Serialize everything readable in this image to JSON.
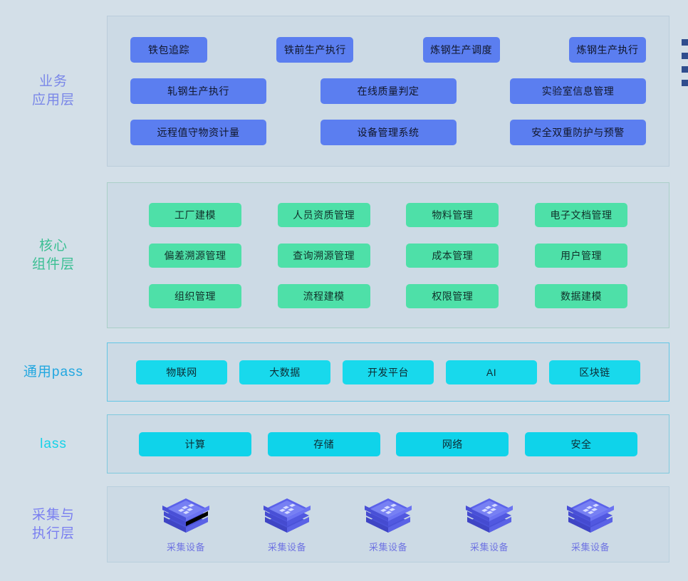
{
  "layers": [
    {
      "id": "business",
      "label": "业务\n应用层",
      "accent": "#7a87e8",
      "chip_color": "#5b7ef0",
      "rows": [
        [
          "铁包追踪",
          "铁前生产执行",
          "炼钢生产调度",
          "炼钢生产执行"
        ],
        [
          "轧钢生产执行",
          "在线质量判定",
          "实验室信息管理"
        ],
        [
          "远程值守物资计量",
          "设备管理系统",
          "安全双重防护与预警"
        ]
      ]
    },
    {
      "id": "core",
      "label": "核心\n组件层",
      "accent": "#3bbf93",
      "chip_color": "#4ee0a8",
      "rows": [
        [
          "工厂建模",
          "人员资质管理",
          "物料管理",
          "电子文档管理"
        ],
        [
          "偏差溯源管理",
          "查询溯源管理",
          "成本管理",
          "用户管理"
        ],
        [
          "组织管理",
          "流程建模",
          "权限管理",
          "数据建模"
        ]
      ]
    },
    {
      "id": "paas",
      "label": "通用pass",
      "accent": "#22a7e0",
      "chip_color": "#18d9ec",
      "rows": [
        [
          "物联网",
          "大数据",
          "开发平台",
          "AI",
          "区块链"
        ]
      ]
    },
    {
      "id": "iaas",
      "label": "lass",
      "accent": "#16d2e8",
      "chip_color": "#0fd3ea",
      "rows": [
        [
          "计算",
          "存储",
          "网络",
          "安全"
        ]
      ]
    },
    {
      "id": "device",
      "label": "采集与\n执行层",
      "accent": "#7a7ff0",
      "chip_color": "#5a5fe0",
      "devices": [
        {
          "icon": "device-cube-icon",
          "label": "采集设备"
        },
        {
          "icon": "device-cube-icon",
          "label": "采集设备"
        },
        {
          "icon": "device-cube-icon",
          "label": "采集设备"
        },
        {
          "icon": "device-cube-icon",
          "label": "采集设备"
        },
        {
          "icon": "device-cube-icon",
          "label": "采集设备"
        }
      ]
    }
  ],
  "edge_markers": {
    "count": 4,
    "color": "#2f4d8e"
  },
  "page": {
    "background": "#d3dfe8",
    "panel_background": "#ccdae5"
  }
}
